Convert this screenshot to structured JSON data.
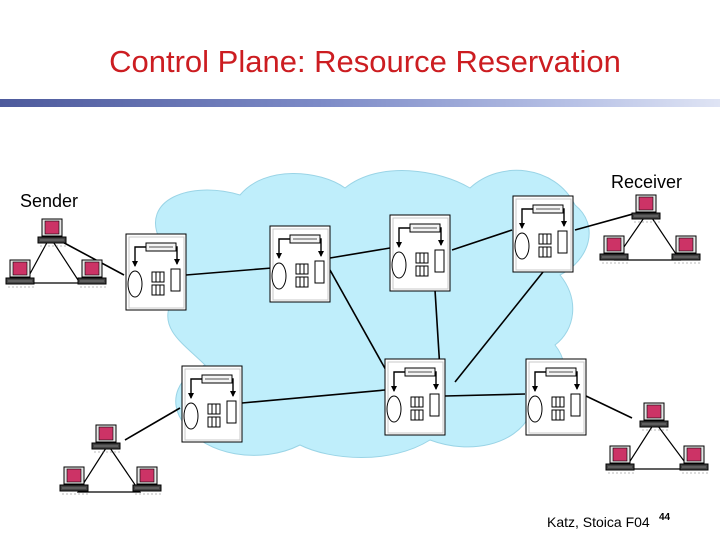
{
  "title": "Control Plane: Resource Reservation",
  "labels": {
    "sender": "Sender",
    "receiver": "Receiver"
  },
  "footer": {
    "credit": "Katz, Stoica F04",
    "page": "44"
  },
  "colors": {
    "title": "#cc1d21",
    "cloud": "#bfeefb",
    "screen": "#cc3366"
  },
  "icons": {
    "router": "router-node-icon",
    "host": "computer-host-icon"
  }
}
